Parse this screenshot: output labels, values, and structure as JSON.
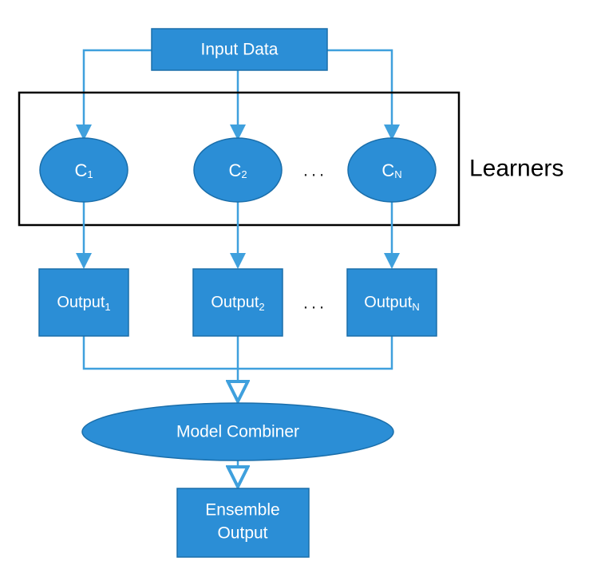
{
  "diagram": {
    "input": {
      "label": "Input Data"
    },
    "learners_group_label": "Learners",
    "learners": [
      {
        "base": "C",
        "sub": "1"
      },
      {
        "base": "C",
        "sub": "2"
      },
      {
        "base": "C",
        "sub": "N"
      }
    ],
    "outputs": [
      {
        "base": "Output",
        "sub": "1"
      },
      {
        "base": "Output",
        "sub": "2"
      },
      {
        "base": "Output",
        "sub": "N"
      }
    ],
    "ellipsis": "...",
    "combiner": {
      "label": "Model Combiner"
    },
    "final": {
      "line1": "Ensemble",
      "line2": "Output"
    },
    "colors": {
      "node_fill": "#2b8ed6",
      "node_stroke": "#1a6eaa",
      "connector": "#3fa0dd",
      "group_border": "#000000"
    }
  }
}
